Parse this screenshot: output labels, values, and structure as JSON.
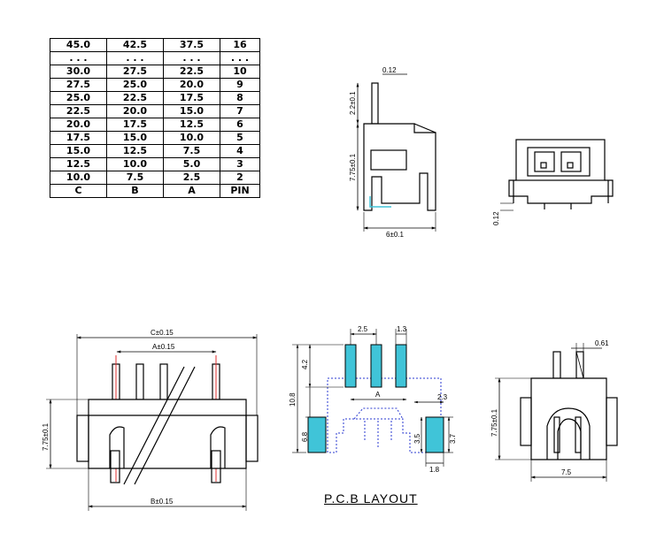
{
  "table": {
    "rows": [
      [
        "45.0",
        "42.5",
        "37.5",
        "16"
      ],
      [
        ". . .",
        ". . .",
        ". . .",
        ". . ."
      ],
      [
        "30.0",
        "27.5",
        "22.5",
        "10"
      ],
      [
        "27.5",
        "25.0",
        "20.0",
        "9"
      ],
      [
        "25.0",
        "22.5",
        "17.5",
        "8"
      ],
      [
        "22.5",
        "20.0",
        "15.0",
        "7"
      ],
      [
        "20.0",
        "17.5",
        "12.5",
        "6"
      ],
      [
        "17.5",
        "15.0",
        "10.0",
        "5"
      ],
      [
        "15.0",
        "12.5",
        "7.5",
        "4"
      ],
      [
        "12.5",
        "10.0",
        "5.0",
        "3"
      ],
      [
        "10.0",
        "7.5",
        "2.5",
        "2"
      ],
      [
        "C",
        "B",
        "A",
        "PIN"
      ]
    ]
  },
  "side_view": {
    "dim_top": "0.12",
    "dim_pin": "2.2±0.1",
    "dim_height": "7.75±0.1",
    "dim_width": "6±0.1"
  },
  "front_view": {
    "dim_pin": "0.12"
  },
  "top_view": {
    "dim_c": "C±0.15",
    "dim_a": "A±0.15",
    "dim_b": "B±0.15",
    "dim_h": "7.75±0.1"
  },
  "pcb": {
    "title": "P.C.B  LAYOUT",
    "dim_pitch": "2.5",
    "dim_pad_w": "1.3",
    "dim_pad_h": "4.2",
    "dim_total": "10.8",
    "dim_gap": "6.8",
    "dim_a": "A",
    "dim_side": "2.3",
    "dim_35": "3.5",
    "dim_37": "3.7",
    "dim_18": "1.8",
    "pad_color": "#40c4d8"
  },
  "rear_view": {
    "dim_top": "0.61",
    "dim_h": "7.75±0.1",
    "dim_w": "7.5"
  }
}
